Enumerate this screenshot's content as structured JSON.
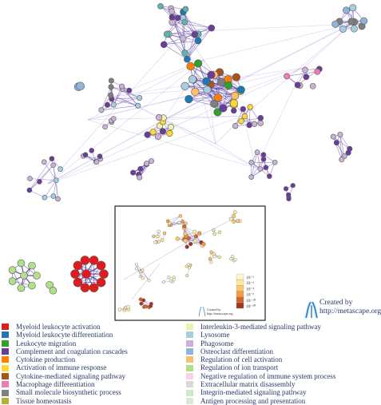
{
  "credit": {
    "line1": "Created by",
    "line2": "http://metascape.org",
    "logo_color": "#3b8ed0"
  },
  "inset": {
    "credit_line1": "Created by",
    "credit_line2": "http://metascape.org",
    "scale_labels": [
      "10⁻²",
      "10⁻³",
      "10⁻⁴",
      "10⁻⁶",
      "10⁻¹⁰",
      "10⁻²⁰"
    ],
    "scale_colors": [
      "#fff7cc",
      "#fde8a0",
      "#fbc86a",
      "#f59a3a",
      "#d9622a",
      "#a8321f"
    ]
  },
  "legend": {
    "left": [
      {
        "label": "Myeloid leukocyte activation",
        "color": "#e31a1c"
      },
      {
        "label": "Myeloid leukocyte differentiation",
        "color": "#1f78b4"
      },
      {
        "label": "Leukocyte migration",
        "color": "#33a02c"
      },
      {
        "label": "Complement and coagulation cascades",
        "color": "#6a3d9a"
      },
      {
        "label": "Cytokine production",
        "color": "#ff7f00"
      },
      {
        "label": "Activation of immune response",
        "color": "#ffd92f"
      },
      {
        "label": "Cytokine-mediated signaling pathway",
        "color": "#a6561c"
      },
      {
        "label": "Macrophage differentiation",
        "color": "#f17cb0"
      },
      {
        "label": "Small molecule biosynthetic process",
        "color": "#7f7f7f"
      },
      {
        "label": "Tissue homeostasis",
        "color": "#b2b232"
      }
    ],
    "right": [
      {
        "label": "Interleukin-3-mediated signaling pathway",
        "color": "#eef3a8"
      },
      {
        "label": "Lysosome",
        "color": "#a6cee3"
      },
      {
        "label": "Phagosome",
        "color": "#cab2d6"
      },
      {
        "label": "Osteoclast differentiation",
        "color": "#8fb4d9"
      },
      {
        "label": "Regulation of cell activation",
        "color": "#fdbf6f"
      },
      {
        "label": "Regulation of ion transport",
        "color": "#b2df8a"
      },
      {
        "label": "Negative regulation of immune system process",
        "color": "#fbd3e4"
      },
      {
        "label": "Extracellular matrix disassembly",
        "color": "#d9d9d9"
      },
      {
        "label": "Integrin-mediated signaling pathway",
        "color": "#ccebc5"
      },
      {
        "label": "Antigen processing and presentation",
        "color": "#d9ead3"
      }
    ]
  }
}
